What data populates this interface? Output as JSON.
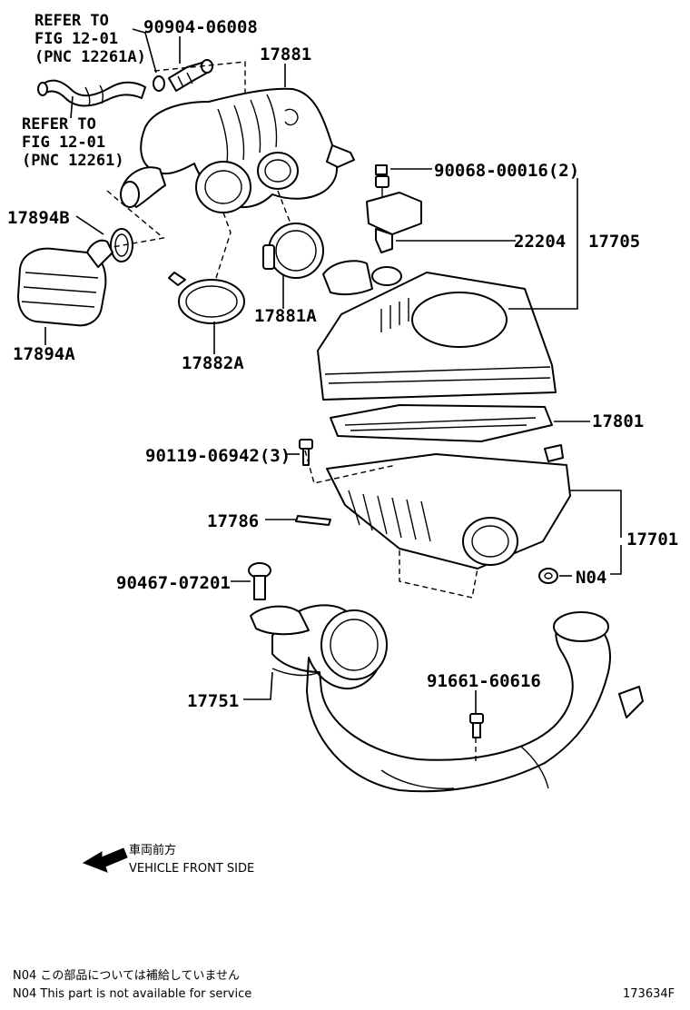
{
  "references": {
    "ref_a": {
      "line1": "REFER TO",
      "line2": "FIG 12-01",
      "line3": "(PNC 12261A)"
    },
    "ref_b": {
      "line1": "REFER TO",
      "line2": "FIG 12-01",
      "line3": "(PNC 12261)"
    }
  },
  "part_numbers": {
    "p_90904_06008": "90904-06008",
    "p_17881": "17881",
    "p_90068_00016": "90068-00016(2)",
    "p_17894B": "17894B",
    "p_22204": "22204",
    "p_17705": "17705",
    "p_17894A": "17894A",
    "p_17881A": "17881A",
    "p_17882A": "17882A",
    "p_17801": "17801",
    "p_90119_06942": "90119-06942(3)",
    "p_17786": "17786",
    "p_17701": "17701",
    "p_90467_07201": "90467-07201",
    "p_N04": "N04",
    "p_91661_60616": "91661-60616",
    "p_17751": "17751"
  },
  "direction": {
    "japanese": "車両前方",
    "english": "VEHICLE FRONT SIDE"
  },
  "footnotes": {
    "jp_note": "N04  この部品については補給していません",
    "en_note": "N04  This part is not available for service"
  },
  "figure_id": "173634F"
}
